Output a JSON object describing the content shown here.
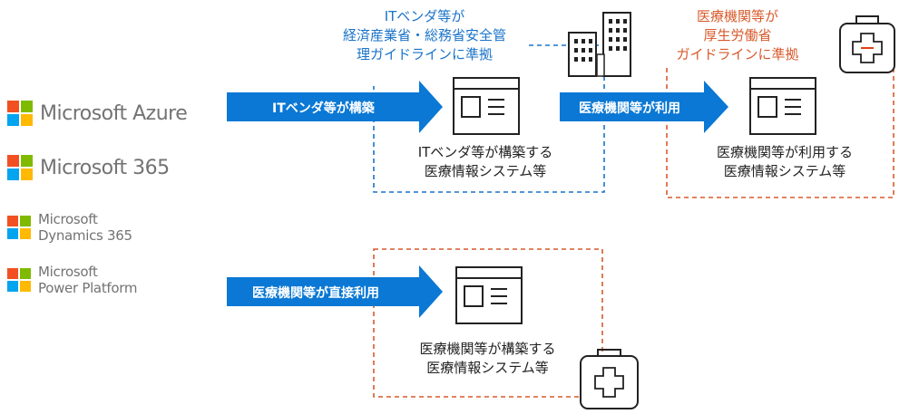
{
  "logos": [
    {
      "label": "Microsoft Azure"
    },
    {
      "label": "Microsoft 365"
    },
    {
      "label_line1": "Microsoft",
      "label_line2": "Dynamics 365"
    },
    {
      "label_line1": "Microsoft",
      "label_line2": "Power Platform"
    }
  ],
  "colors": {
    "ms_red": "#f25022",
    "ms_green": "#7fba00",
    "ms_blue": "#00a4ef",
    "ms_yellow": "#ffb900",
    "arrow": "#0a78d4",
    "blue_dash": "#1a73c9",
    "orange_dash": "#d75a2b"
  },
  "vendor_guideline": {
    "line1": "ITベンダ等が",
    "line2": "経済産業省・総務省安全管",
    "line3": "理ガイドラインに準拠"
  },
  "medical_guideline": {
    "line1": "医療機関等が",
    "line2": "厚生労働省",
    "line3": "ガイドラインに準拠"
  },
  "arrows": {
    "vendor_build": "ITベンダ等が構築",
    "medical_use": "医療機関等が利用",
    "medical_direct": "医療機関等が直接利用"
  },
  "systems": {
    "vendor_built": {
      "line1": "ITベンダ等が構築する",
      "line2": "医療情報システム等"
    },
    "medical_used": {
      "line1": "医療機関等が利用する",
      "line2": "医療情報システム等"
    },
    "medical_built": {
      "line1": "医療機関等が構築する",
      "line2": "医療情報システム等"
    }
  },
  "icons": [
    "building-icon",
    "medical-kit-icon",
    "window-form-icon"
  ]
}
